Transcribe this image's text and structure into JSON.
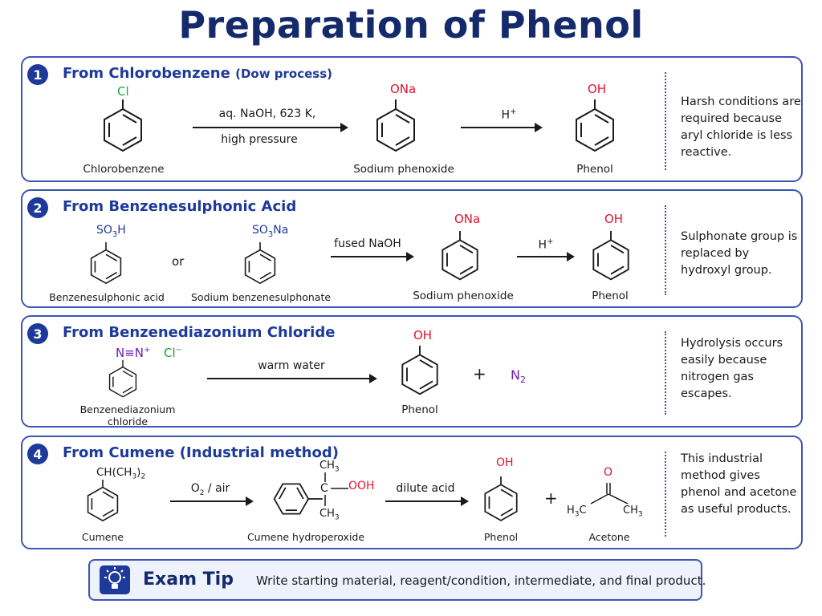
{
  "title": "Preparation of Phenol",
  "colors": {
    "title": "#152a6b",
    "accent": "#1d3a9a",
    "border": "#3c55b6",
    "red": "#e0142a",
    "green": "#1aa340",
    "blue": "#1d3a9a",
    "purple": "#6b1fb0"
  },
  "methods": [
    {
      "number": "1",
      "heading": "From Chlorobenzene",
      "heading_sub": "(Dow process)",
      "start_group": "Cl",
      "start_label": "Chlorobenzene",
      "condition_top": "aq. NaOH, 623 K,",
      "condition_bottom": "high pressure",
      "intermediate_group": "ONa",
      "intermediate_label": "Sodium phenoxide",
      "acid": "H",
      "acid_sup": "+",
      "product_group": "OH",
      "product_label": "Phenol",
      "note": "Harsh conditions are required because aryl chloride is less reactive."
    },
    {
      "number": "2",
      "heading": "From Benzenesulphonic Acid",
      "start_group_a": "SO",
      "start_group_a_sub": "3",
      "start_group_a_end": "H",
      "start_label_a": "Benzenesulphonic acid",
      "or_text": "or",
      "start_group_b": "SO",
      "start_group_b_sub": "3",
      "start_group_b_end": "Na",
      "start_label_b": "Sodium benzenesulphonate",
      "condition_top": "fused NaOH",
      "intermediate_group": "ONa",
      "intermediate_label": "Sodium phenoxide",
      "acid": "H",
      "acid_sup": "+",
      "product_group": "OH",
      "product_label": "Phenol",
      "note": "Sulphonate group is replaced by hydroxyl group."
    },
    {
      "number": "3",
      "heading": "From Benzenediazonium Chloride",
      "start_group": "N≡N",
      "start_group_sup": "+",
      "counter_ion": "Cl",
      "counter_ion_sup": "−",
      "start_label_line1": "Benzenediazonium",
      "start_label_line2": "chloride",
      "condition_top": "warm water",
      "product_group": "OH",
      "product_label": "Phenol",
      "plus": "+",
      "byproduct": "N",
      "byproduct_sub": "2",
      "note": "Hydrolysis occurs easily because nitrogen gas escapes."
    },
    {
      "number": "4",
      "heading": "From Cumene",
      "heading_sub": "(Industrial method)",
      "start_group": "CH(CH",
      "start_group_sub": "3",
      "start_group_end": ")",
      "start_group_end_sub": "2",
      "start_label": "Cumene",
      "condition_1": "O",
      "condition_1_sub": "2",
      "condition_1_end": " / air",
      "inter_top": "CH",
      "inter_top_sub": "3",
      "inter_center": "C",
      "inter_right": "OOH",
      "inter_bottom": "CH",
      "inter_bottom_sub": "3",
      "intermediate_label": "Cumene hydroperoxide",
      "condition_2": "dilute acid",
      "product_group": "OH",
      "product_label": "Phenol",
      "plus": "+",
      "acetone_o": "O",
      "acetone_left": "H",
      "acetone_left_sub": "3",
      "acetone_left_end": "C",
      "acetone_right": "CH",
      "acetone_right_sub": "3",
      "acetone_label": "Acetone",
      "note": "This industrial method gives phenol and acetone as useful products."
    }
  ],
  "tip": {
    "icon": "lightbulb-icon",
    "title": "Exam Tip",
    "text": "Write starting material, reagent/condition, intermediate, and final product."
  }
}
